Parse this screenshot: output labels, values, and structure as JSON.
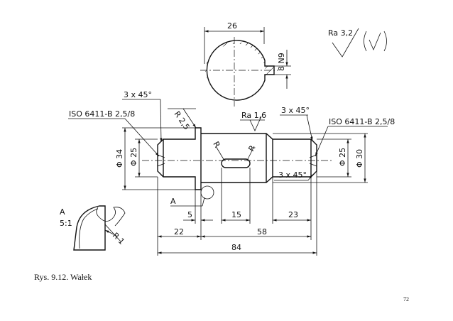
{
  "caption": "Rys. 9.12. Wałek",
  "page_number": "72",
  "dims": {
    "d26": "26",
    "keyway": "8 N9",
    "chamfer_left": "3 x 45°",
    "iso_left": "ISO 6411-B 2,5/8",
    "r25": "R 2,5",
    "ra16": "Ra 1,6",
    "chamfer_right_top": "3 x 45°",
    "iso_right": "ISO 6411-B 2,5/8",
    "phi34": "Φ 34",
    "phi25_left": "Φ 25",
    "phi25_right": "Φ 25",
    "phi30": "Φ 30",
    "r_left": "R",
    "r_right": "R",
    "chamfer_right_bottom": "3 x 45°",
    "detail_label": "A",
    "d5": "5",
    "d15": "15",
    "d23": "23",
    "d22": "22",
    "d58": "58",
    "d84": "84"
  },
  "surface": {
    "ra": "Ra 3,2"
  },
  "detail": {
    "label": "A",
    "scale": "5:1",
    "radius": "R 1"
  }
}
